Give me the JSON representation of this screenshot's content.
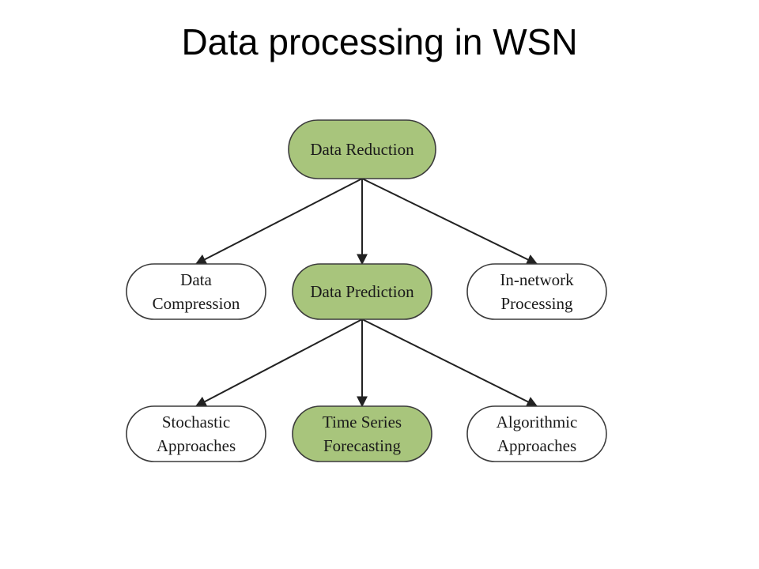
{
  "slide": {
    "title": "Data processing in WSN"
  },
  "colors": {
    "highlight_fill": "#a8c57c",
    "plain_fill": "#ffffff",
    "border": "#3c3c3c",
    "edge": "#222222"
  },
  "diagram": {
    "nodes": [
      {
        "id": "data-reduction",
        "lines": [
          "Data Reduction"
        ],
        "highlighted": true
      },
      {
        "id": "data-compression",
        "lines": [
          "Data",
          "Compression"
        ],
        "highlighted": false
      },
      {
        "id": "data-prediction",
        "lines": [
          "Data Prediction"
        ],
        "highlighted": true
      },
      {
        "id": "in-network-processing",
        "lines": [
          "In-network",
          "Processing"
        ],
        "highlighted": false
      },
      {
        "id": "stochastic-approaches",
        "lines": [
          "Stochastic",
          "Approaches"
        ],
        "highlighted": false
      },
      {
        "id": "time-series-forecasting",
        "lines": [
          "Time Series",
          "Forecasting"
        ],
        "highlighted": true
      },
      {
        "id": "algorithmic-approaches",
        "lines": [
          "Algorithmic",
          "Approaches"
        ],
        "highlighted": false
      }
    ],
    "edges": [
      {
        "from": "data-reduction",
        "to": "data-compression"
      },
      {
        "from": "data-reduction",
        "to": "data-prediction"
      },
      {
        "from": "data-reduction",
        "to": "in-network-processing"
      },
      {
        "from": "data-prediction",
        "to": "stochastic-approaches"
      },
      {
        "from": "data-prediction",
        "to": "time-series-forecasting"
      },
      {
        "from": "data-prediction",
        "to": "algorithmic-approaches"
      }
    ]
  }
}
